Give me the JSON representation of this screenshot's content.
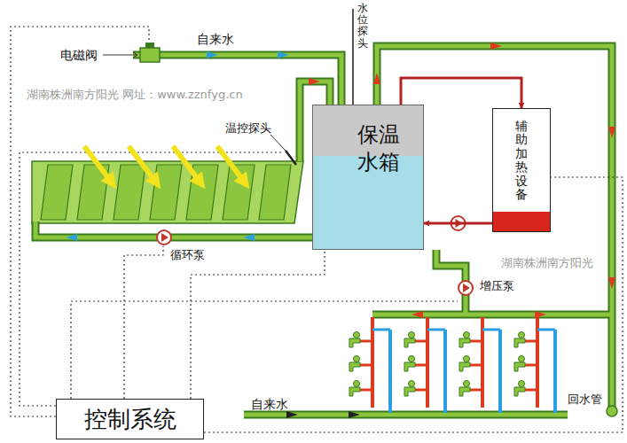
{
  "diagram": {
    "nodes": [
      {
        "text": [
          "保温水箱"
        ]
      },
      {
        "text": [
          "辅助加热设备"
        ]
      },
      {
        "text": [
          "控制系统"
        ]
      }
    ],
    "edges": [
      {
        "from": 0,
        "to": 1,
        "arrow": "to"
      },
      {
        "from": 1,
        "to": 0,
        "arrow": "to"
      },
      {
        "from": 2,
        "to": 0,
        "arrow": "none"
      },
      {
        "from": 2,
        "to": 1,
        "arrow": "none"
      }
    ],
    "labels": [
      "电磁阀",
      "自来水",
      "水位探头",
      "温控探头",
      "循环泵",
      "增压泵",
      "自来水",
      "回水管",
      "湖南株洲南方阳光 网址：www.zznfyg.cn",
      "湖南株洲南方阳光"
    ]
  }
}
